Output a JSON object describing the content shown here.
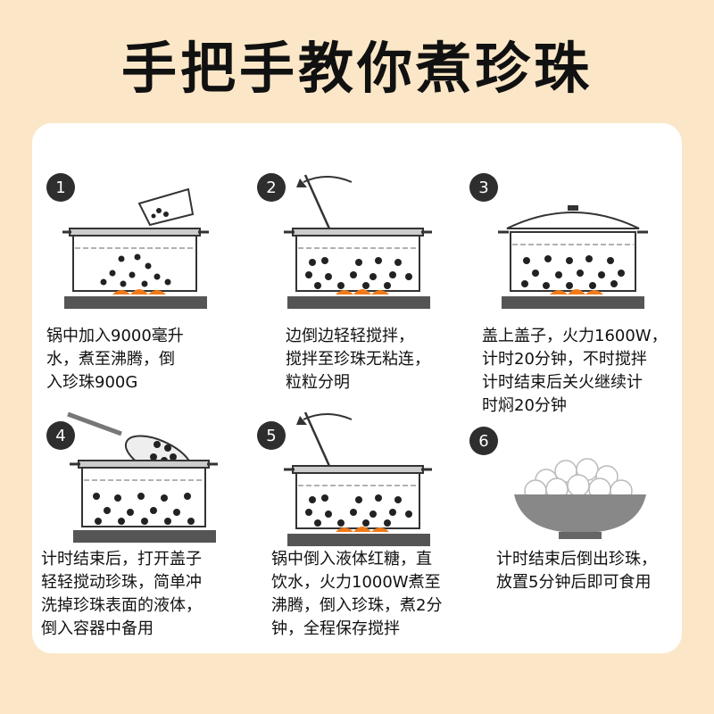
{
  "title": "手把手教你煮珍珠",
  "steps": [
    {
      "number": "1",
      "text": "锅中加入9000毫升\n水，煮至沸腾，倒\n入珍珠900G",
      "icon": "pot-pour-pearls-illustration"
    },
    {
      "number": "2",
      "text": "边倒边轻轻搅拌，\n搅拌至珍珠无粘连，\n粒粒分明",
      "icon": "pot-stir-illustration"
    },
    {
      "number": "3",
      "text": "盖上盖子，火力1600W，\n计时20分钟，不时搅拌\n计时结束后关火继续计\n时焖20分钟",
      "icon": "covered-pot-illustration"
    },
    {
      "number": "4",
      "text": "计时结束后，打开盖子\n轻轻搅动珍珠，简单冲\n洗掉珍珠表面的液体，\n倒入容器中备用",
      "icon": "ladle-scoop-illustration"
    },
    {
      "number": "5",
      "text": "锅中倒入液体红糖，直\n饮水，火力1000W煮至\n沸腾，倒入珍珠，煮2分\n钟，全程保存搅拌",
      "icon": "pot-stir-illustration"
    },
    {
      "number": "6",
      "text": "计时结束后倒出珍珠，\n放置5分钟后即可食用",
      "icon": "bowl-of-pearls-illustration"
    }
  ],
  "colors": {
    "background": "#fbe7c7",
    "card": "#ffffff",
    "badge": "#2e2e2e",
    "flame": "#f07a1a"
  }
}
